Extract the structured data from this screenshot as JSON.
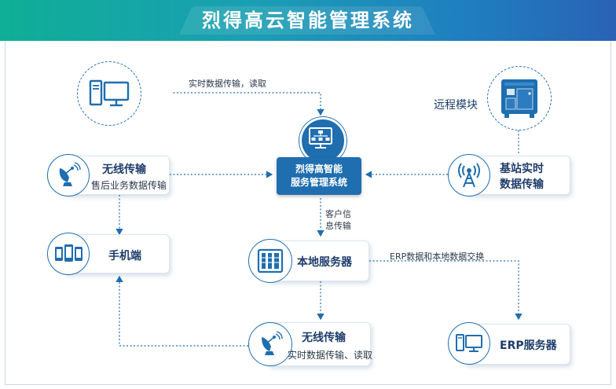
{
  "title": "烈得高云智能管理系统",
  "colors": {
    "accent": "#1f6eb0",
    "banner_start": "#0fae95",
    "banner_end": "#2a62b5"
  },
  "center": {
    "line1": "烈得高智能",
    "line2": "服务管理系统",
    "icon": "network-dashboard-icon"
  },
  "nodes": {
    "pc": {
      "icon": "computer-icon"
    },
    "remote": {
      "label": "远程模块",
      "icon": "remote-module-icon"
    },
    "wireless_top": {
      "label": "无线传输",
      "sub": "售后业务数据传输",
      "icon": "satellite-dish-icon"
    },
    "station": {
      "line1": "基站实时",
      "line2": "数据传输",
      "icon": "signal-tower-icon"
    },
    "phone": {
      "label": "手机端",
      "icon": "mobile-phones-icon"
    },
    "local_server": {
      "label": "本地服务器",
      "icon": "server-icon"
    },
    "wireless_bottom": {
      "label": "无线传输",
      "sub": "实时数据传输、读取",
      "icon": "satellite-dish-icon"
    },
    "erp": {
      "label": "ERP服务器",
      "icon": "computer-icon"
    }
  },
  "edges": {
    "pc_to_center": "实时数据传输，读取",
    "customer_info_1": "客户信",
    "customer_info_2": "息传输",
    "erp_exchange": "ERP数据和本地数据交换"
  }
}
